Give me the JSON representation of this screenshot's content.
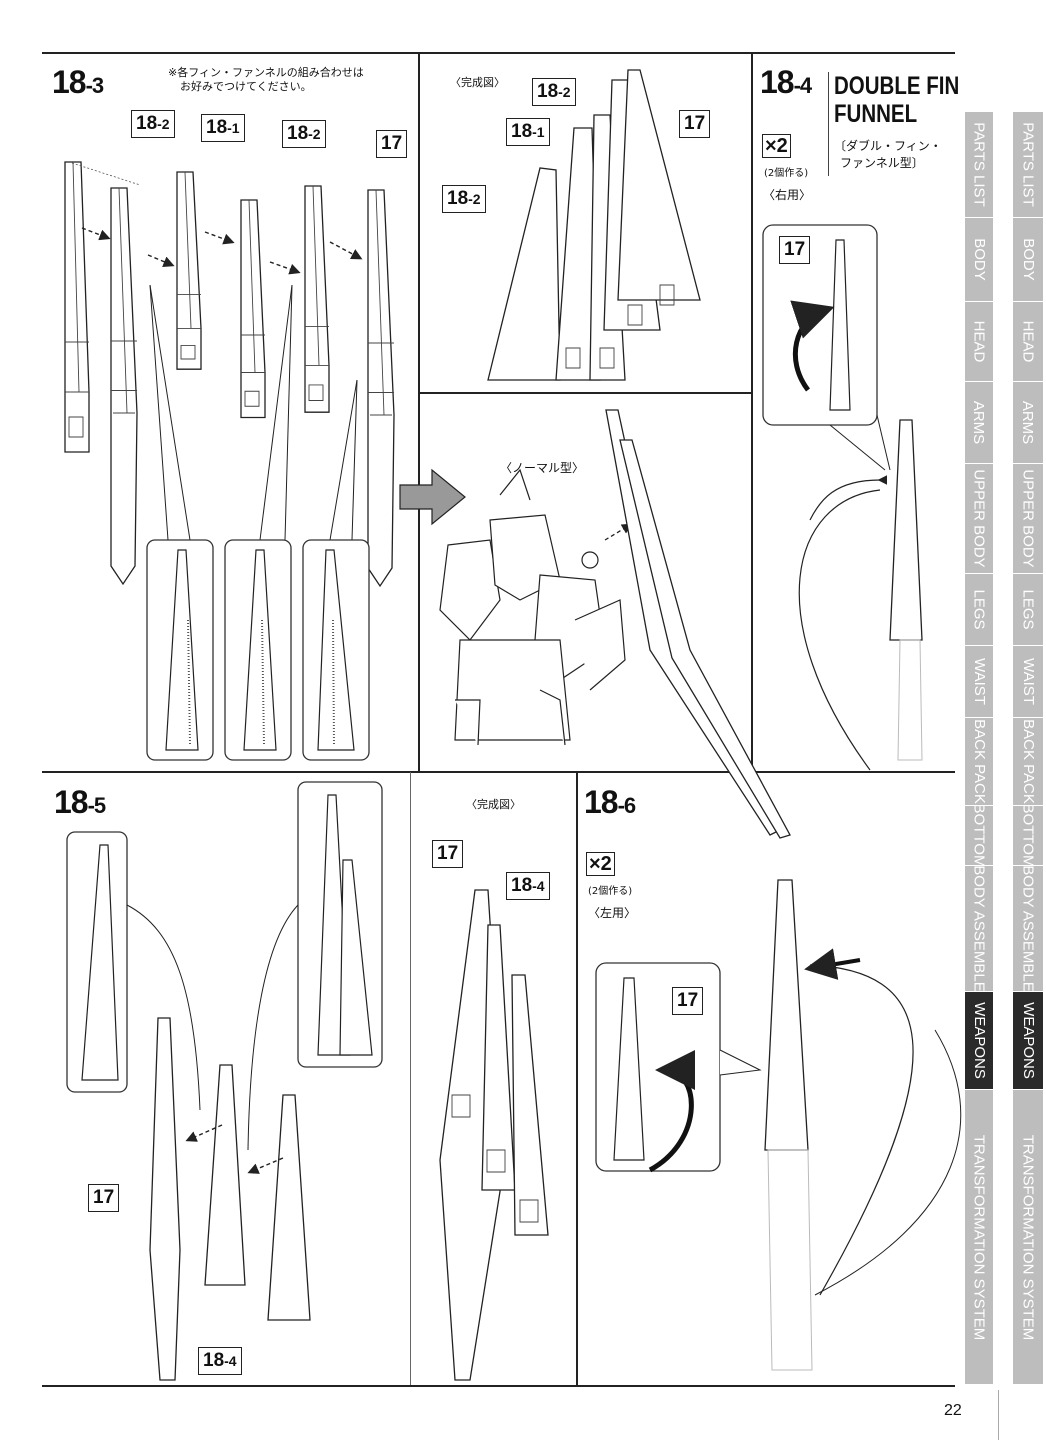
{
  "page_number": "22",
  "steps": {
    "s18_3": {
      "main": "18",
      "sub": "-3",
      "note_line1": "※各フィン・ファンネルの組み合わせは",
      "note_line2": "お好みでつけてください。"
    },
    "s18_3_done": {
      "caption": "〈完成図〉"
    },
    "s18_4": {
      "main": "18",
      "sub": "-4",
      "title_line1": "DOUBLE FIN",
      "title_line2": "FUNNEL",
      "sub_jp_line1": "〔ダブル・フィン・",
      "sub_jp_line2": "ファンネル型〕",
      "qty": "×2",
      "qty_note": "(2個作る)",
      "side": "〈右用〉"
    },
    "normal": {
      "caption": "〈ノーマル型〉"
    },
    "s18_5": {
      "main": "18",
      "sub": "-5"
    },
    "s18_5_done": {
      "caption": "〈完成図〉"
    },
    "s18_6": {
      "main": "18",
      "sub": "-6",
      "qty": "×2",
      "qty_note": "(2個作る)",
      "side": "〈左用〉"
    }
  },
  "part_tags": {
    "t1": {
      "main": "18",
      "sub": "-2"
    },
    "t2": {
      "main": "18",
      "sub": "-1"
    },
    "t3": {
      "main": "18",
      "sub": "-2"
    },
    "t4": {
      "main": "17",
      "sub": ""
    },
    "t5": {
      "main": "18",
      "sub": "-2"
    },
    "t6": {
      "main": "18",
      "sub": "-1"
    },
    "t7": {
      "main": "17",
      "sub": ""
    },
    "t8": {
      "main": "18",
      "sub": "-2"
    },
    "t9": {
      "main": "17",
      "sub": ""
    },
    "t10": {
      "main": "17",
      "sub": ""
    },
    "t11": {
      "main": "18",
      "sub": "-4"
    },
    "t12": {
      "main": "17",
      "sub": ""
    },
    "t13": {
      "main": "18",
      "sub": "-4"
    },
    "t14": {
      "main": "17",
      "sub": ""
    }
  },
  "side_tabs": [
    {
      "label": "PARTS LIST",
      "active": false
    },
    {
      "label": "BODY",
      "active": false
    },
    {
      "label": "HEAD",
      "active": false
    },
    {
      "label": "ARMS",
      "active": false
    },
    {
      "label": "UPPER BODY",
      "active": false
    },
    {
      "label": "LEGS",
      "active": false
    },
    {
      "label": "WAIST",
      "active": false
    },
    {
      "label": "BACK PACK",
      "active": false
    },
    {
      "label": "BOTTOM",
      "active": false
    },
    {
      "label": "BODY ASSEMBLE",
      "active": false
    },
    {
      "label": "WEAPONS",
      "active": true
    },
    {
      "label": "TRANSFORMATION SYSTEM",
      "active": false
    }
  ],
  "colors": {
    "tab_faded_bg": "#bdbdbd",
    "tab_faded_fg": "#ffffff",
    "tab_active_bg": "#2a2a2a",
    "tab_active_fg": "#ffffff",
    "line": "#222222"
  }
}
